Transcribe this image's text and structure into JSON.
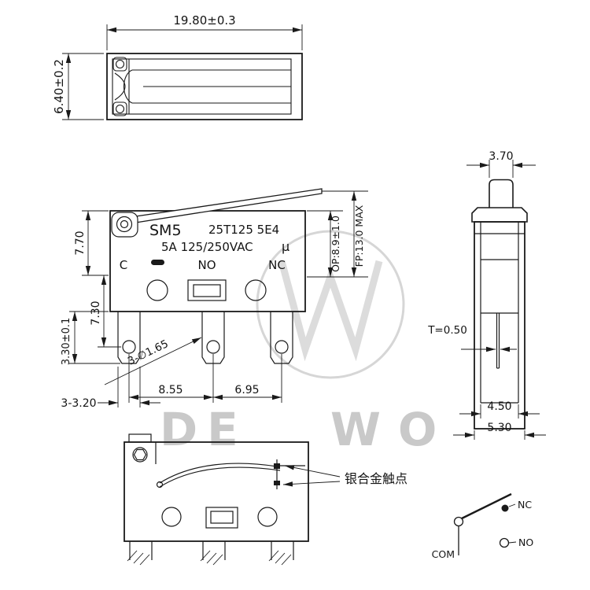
{
  "watermark": {
    "left": "DE",
    "right": "WO"
  },
  "top_view": {
    "dim_width": "19.80±0.3",
    "dim_height": "6.40±0.2"
  },
  "front_view": {
    "model": "SM5",
    "cert": "25T125 5E4",
    "rating": "5A 125/250VAC",
    "mu": "μ",
    "term_c": "C",
    "term_no": "NO",
    "term_nc": "NC",
    "dim_body_height": "7.70",
    "dim_hole_offset": "7.30",
    "dim_terminal_len": "3.30±0.1",
    "dim_terminal_width": "3-3.20",
    "dim_pitch_left": "8.55",
    "dim_pitch_right": "6.95",
    "dim_holes": "3-∅1.65",
    "dim_op": "OP:8.9±1.0",
    "dim_fp": "FP:13.0 MAX"
  },
  "side_view": {
    "dim_button_width": "3.70",
    "dim_pin_thickness": "T=0.50",
    "dim_inner_width": "4.50",
    "dim_outer_width": "5.30"
  },
  "section_view": {
    "contact_note": "银合金触点"
  },
  "circuit": {
    "nc": "NC",
    "no": "NO",
    "com": "COM"
  }
}
